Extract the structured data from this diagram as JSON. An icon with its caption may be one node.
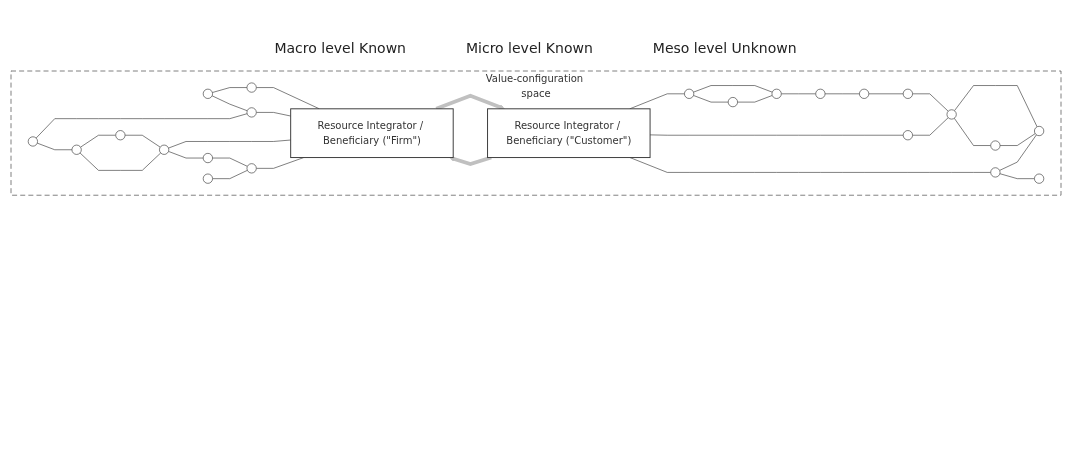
{
  "diagram": {
    "nodes": [
      {
        "text": [
          "Value-configuration space"
        ]
      },
      {
        "text": [
          "Resource Integrator / Beneficiary (\"Firm\")"
        ],
        "in": 0
      },
      {
        "text": [
          "Resource Integrator / Beneficiary (\"Customer\")"
        ],
        "in": 0
      },
      {
        "text": [],
        "shape": "circle",
        "in": 0
      },
      {
        "text": [],
        "shape": "circle",
        "in": 0
      },
      {
        "text": [],
        "shape": "circle",
        "in": 0
      },
      {
        "text": [],
        "shape": "circle",
        "in": 0
      },
      {
        "text": [],
        "shape": "circle",
        "in": 0
      },
      {
        "text": [],
        "shape": "circle",
        "in": 0
      },
      {
        "text": [],
        "shape": "circle",
        "in": 0
      },
      {
        "text": [],
        "shape": "circle",
        "in": 0
      },
      {
        "text": [],
        "shape": "circle",
        "in": 0
      },
      {
        "text": [],
        "shape": "circle",
        "in": 0
      },
      {
        "text": [],
        "shape": "circle",
        "in": 0
      },
      {
        "text": [],
        "shape": "circle",
        "in": 0
      },
      {
        "text": [],
        "shape": "circle",
        "in": 0
      },
      {
        "text": [],
        "shape": "circle",
        "in": 0
      },
      {
        "text": [],
        "shape": "circle",
        "in": 0
      },
      {
        "text": [],
        "shape": "circle",
        "in": 0
      },
      {
        "text": [],
        "shape": "circle",
        "in": 0
      },
      {
        "text": [],
        "shape": "circle",
        "in": 0
      },
      {
        "text": [],
        "shape": "circle",
        "in": 0
      },
      {
        "text": [],
        "shape": "circle",
        "in": 0
      },
      {
        "text": [],
        "shape": "circle",
        "in": 0
      },
      {
        "text": [],
        "shape": "circle",
        "in": 0
      }
    ],
    "edges": [
      {
        "from": 1,
        "to": 2,
        "arrow": "to",
        "style": "thick",
        "color": "#c0c0c0"
      },
      {
        "from": 2,
        "to": 1,
        "arrow": "to",
        "style": "thick",
        "color": "#c0c0c0"
      },
      {
        "from": 3,
        "to": 4,
        "arrow": "none"
      },
      {
        "from": 3,
        "to": 5,
        "arrow": "none"
      },
      {
        "from": 4,
        "to": 1,
        "arrow": "none"
      },
      {
        "from": 5,
        "to": 1,
        "arrow": "none"
      },
      {
        "from": 6,
        "to": 5,
        "arrow": "none"
      },
      {
        "from": 6,
        "to": 10,
        "arrow": "none"
      },
      {
        "from": 7,
        "to": 8,
        "arrow": "none"
      },
      {
        "from": 10,
        "to": 7,
        "arrow": "none"
      },
      {
        "from": 10,
        "to": 8,
        "arrow": "none"
      },
      {
        "from": 8,
        "to": 1,
        "arrow": "none"
      },
      {
        "from": 8,
        "to": 9,
        "arrow": "none"
      },
      {
        "from": 9,
        "to": 12,
        "arrow": "none"
      },
      {
        "from": 11,
        "to": 12,
        "arrow": "none"
      },
      {
        "from": 12,
        "to": 1,
        "arrow": "none"
      },
      {
        "from": 2,
        "to": 13,
        "arrow": "none"
      },
      {
        "from": 13,
        "to": 14,
        "arrow": "none"
      },
      {
        "from": 13,
        "to": 15,
        "arrow": "none"
      },
      {
        "from": 14,
        "to": 15,
        "arrow": "none"
      },
      {
        "from": 15,
        "to": 16,
        "arrow": "none"
      },
      {
        "from": 16,
        "to": 17,
        "arrow": "none"
      },
      {
        "from": 17,
        "to": 18,
        "arrow": "none"
      },
      {
        "from": 18,
        "to": 21,
        "arrow": "none"
      },
      {
        "from": 21,
        "to": 22,
        "arrow": "none"
      },
      {
        "from": 21,
        "to": 24,
        "arrow": "none"
      },
      {
        "from": 22,
        "to": 24,
        "arrow": "none"
      },
      {
        "from": 2,
        "to": 19,
        "arrow": "none"
      },
      {
        "from": 19,
        "to": 21,
        "arrow": "none"
      },
      {
        "from": 2,
        "to": 20,
        "arrow": "none"
      },
      {
        "from": 20,
        "to": 24,
        "arrow": "none"
      },
      {
        "from": 20,
        "to": 23,
        "arrow": "none"
      }
    ],
    "labels": [
      "Macro level Known",
      "Micro level Known",
      "Meso level Unknown"
    ]
  }
}
